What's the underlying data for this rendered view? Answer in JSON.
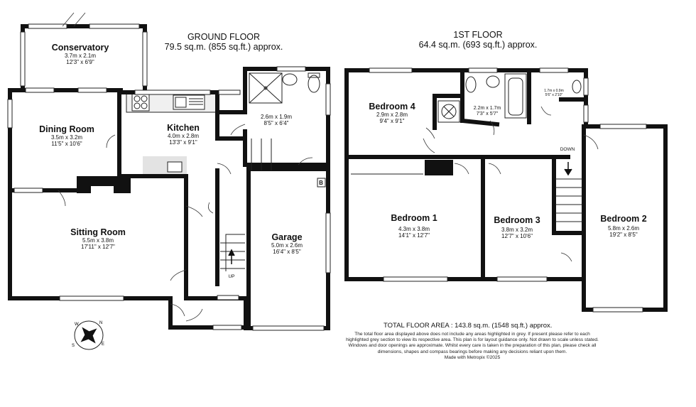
{
  "floors": {
    "ground": {
      "title": "GROUND FLOOR",
      "area": "79.5 sq.m. (855 sq.ft.) approx."
    },
    "first": {
      "title": "1ST FLOOR",
      "area": "64.4 sq.m. (693 sq.ft.) approx."
    }
  },
  "rooms": {
    "conservatory": {
      "name": "Conservatory",
      "metric": "3.7m  x 2.1m",
      "imperial": "12'3\"  x 6'9\""
    },
    "dining": {
      "name": "Dining Room",
      "metric": "3.5m  x 3.2m",
      "imperial": "11'5\"  x 10'6\""
    },
    "kitchen": {
      "name": "Kitchen",
      "metric": "4.0m  x 2.8m",
      "imperial": "13'3\"  x 9'1\""
    },
    "bath_gf": {
      "metric": "2.6m  x 1.9m",
      "imperial": "8'5\"  x 6'4\""
    },
    "sitting": {
      "name": "Sitting Room",
      "metric": "5.5m  x 3.8m",
      "imperial": "17'11\"  x 12'7\""
    },
    "garage": {
      "name": "Garage",
      "metric": "5.0m  x 2.6m",
      "imperial": "16'4\"  x 8'5\""
    },
    "bedroom4": {
      "name": "Bedroom 4",
      "metric": "2.9m  x 2.8m",
      "imperial": "9'4\"  x 9'1\""
    },
    "bath_ff": {
      "metric": "2.2m  x 1.7m",
      "imperial": "7'3\"  x 5'7\""
    },
    "wc_ff": {
      "metric": "1.7m  x 0.9m",
      "imperial": "5'6\"  x 2'10\""
    },
    "bedroom1": {
      "name": "Bedroom 1",
      "metric": "4.3m  x 3.8m",
      "imperial": "14'1\"  x 12'7\""
    },
    "bedroom3": {
      "name": "Bedroom 3",
      "metric": "3.8m  x 3.2m",
      "imperial": "12'7\"  x 10'6\""
    },
    "bedroom2": {
      "name": "Bedroom 2",
      "metric": "5.8m  x 2.6m",
      "imperial": "19'2\"  x 8'5\""
    }
  },
  "labels": {
    "up": "UP",
    "down": "DOWN",
    "boiler": "B"
  },
  "compass": {
    "n": "N",
    "s": "S",
    "w": "W",
    "e": "E"
  },
  "footer": {
    "total": "TOTAL FLOOR AREA : 143.8 sq.m. (1548 sq.ft.) approx.",
    "disclaimer": "The total floor area displayed above does not include any areas highlighted in grey. If present please refer to each highlighted grey section to view its respective area. This plan is for layout guidance only. Not drawn to scale unless stated. Windows and door openings are approximate. Whilst every care is taken in the preparation of this plan, please check all dimensions, shapes and compass bearings before making any decisions reliant upon them.",
    "credit": "Made with Metropix ©2025"
  }
}
